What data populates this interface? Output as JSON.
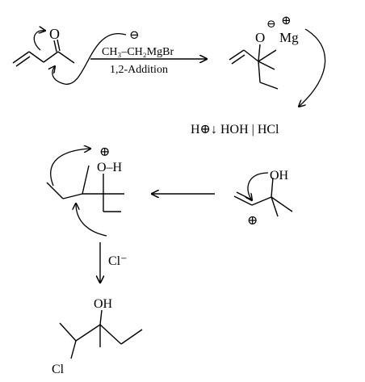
{
  "reagent": {
    "formula": "CH₃–CH₂MgBr",
    "reaction": "1,2-Addition"
  },
  "nucleophile_charge": "⊖",
  "carbonyl_oxygen": "O",
  "alkoxide": {
    "oxygen": "O",
    "anion_charge": "⊖",
    "cation_charge": "⊕",
    "metal": "Mg"
  },
  "workup": {
    "reagent": "H⊕↓ HOH | HCl"
  },
  "allyl_cation": {
    "hydroxyl": "OH",
    "charge": "⊕"
  },
  "oxonium": {
    "charge": "⊕",
    "group": "O–H"
  },
  "chloride_attack": {
    "reagent": "Cl⁻"
  },
  "product": {
    "hydroxyl": "OH",
    "halogen": "Cl"
  },
  "colors": {
    "ink": "#000000",
    "background": "#ffffff"
  }
}
